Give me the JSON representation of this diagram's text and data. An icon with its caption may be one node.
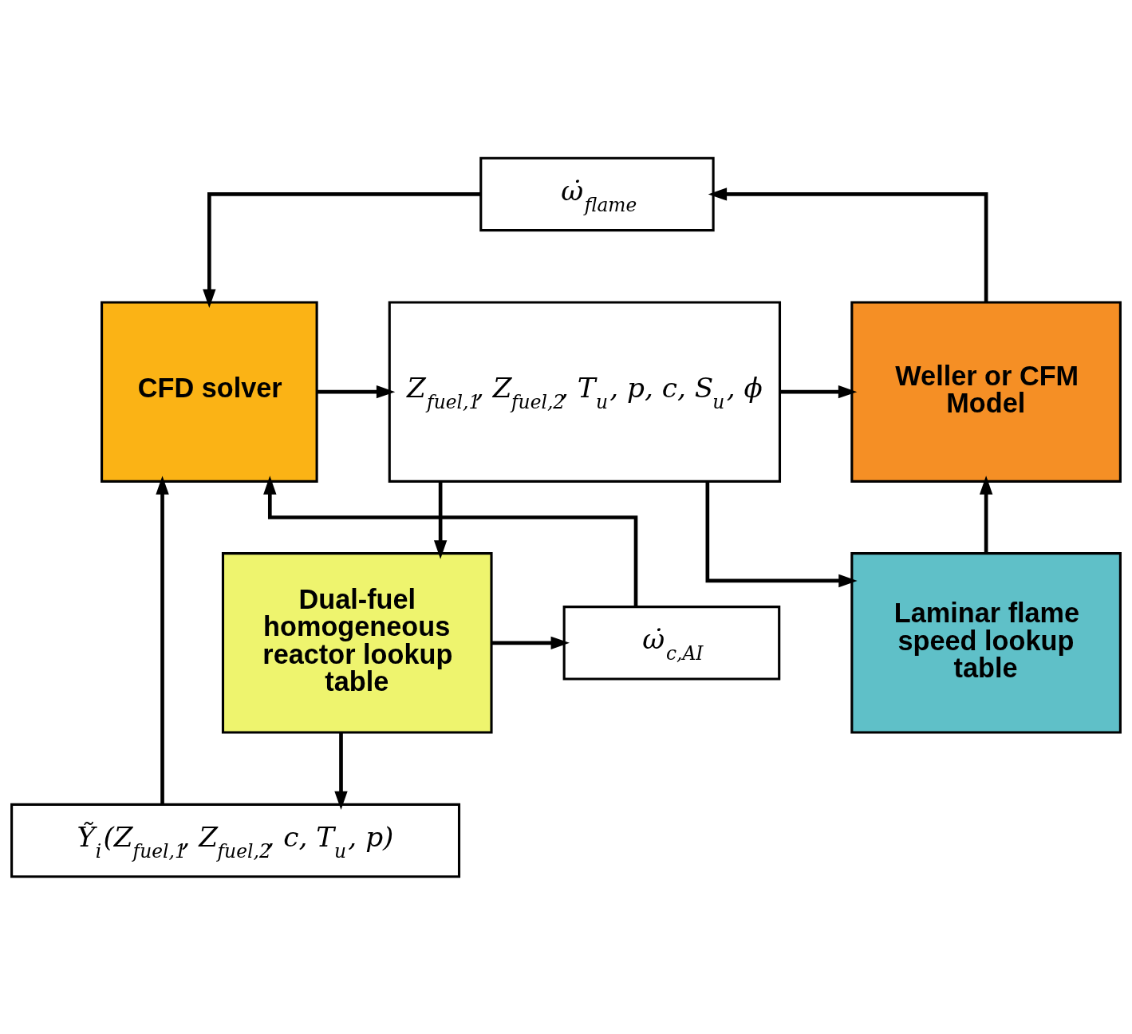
{
  "diagram": {
    "nodes": [
      {
        "text": [
          "ω̇$_{flame}$"
        ]
      },
      {
        "text": [
          "CFD solver"
        ]
      },
      {
        "text": [
          "Z$_{fuel,1}$, Z$_{fuel,2}$, T$_{u}$, p, c, S$_{u}$, ϕ"
        ]
      },
      {
        "text": [
          "Weller or CFM Model"
        ]
      },
      {
        "text": [
          "Laminar flame speed lookup table"
        ]
      },
      {
        "text": [
          "Dual-fuel homogeneous reactor lookup table"
        ]
      },
      {
        "text": [
          "ω̇$_{c,AI}$"
        ]
      },
      {
        "text": [
          "Ỹ$_{i}$(Z$_{fuel,1}$, Z$_{fuel,2}$, c, T$_{u}$, p)"
        ]
      }
    ],
    "edges": [
      {
        "from": 0,
        "to": 1,
        "arrow": "to"
      },
      {
        "from": 1,
        "to": 2,
        "arrow": "to"
      },
      {
        "from": 2,
        "to": 3,
        "arrow": "to"
      },
      {
        "from": 3,
        "to": 0,
        "arrow": "to"
      },
      {
        "from": 4,
        "to": 3,
        "arrow": "to"
      },
      {
        "from": 2,
        "to": 4,
        "arrow": "to"
      },
      {
        "from": 2,
        "to": 5,
        "arrow": "to"
      },
      {
        "from": 5,
        "to": 6,
        "arrow": "to"
      },
      {
        "from": 6,
        "to": 1,
        "arrow": "to"
      },
      {
        "from": 5,
        "to": 7,
        "arrow": "to"
      },
      {
        "from": 7,
        "to": 1,
        "arrow": "to"
      }
    ]
  }
}
